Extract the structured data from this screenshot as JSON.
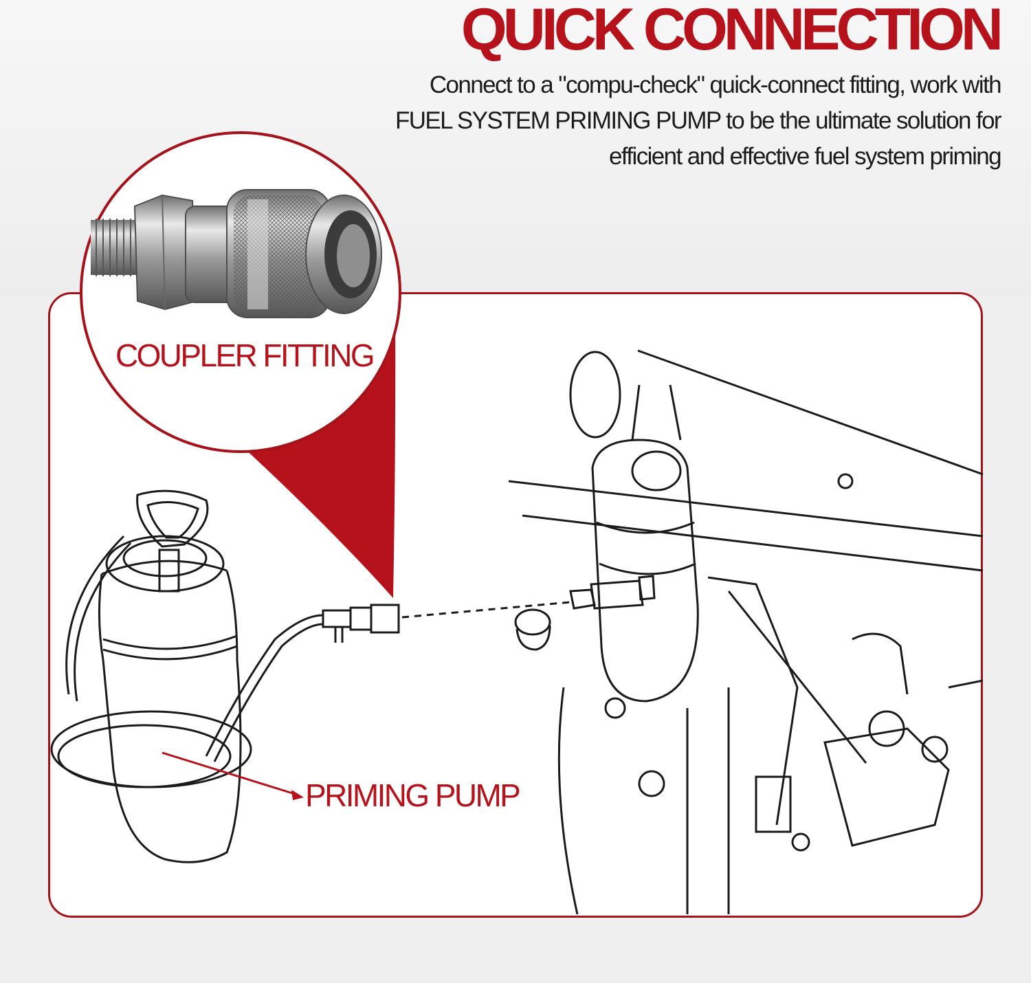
{
  "header": {
    "title": "QUICK CONNECTION",
    "description_lines": [
      "Connect to a \"compu-check\" quick-connect fitting, work with",
      "FUEL SYSTEM PRIMING PUMP to be the ultimate solution for",
      "efficient and effective fuel system priming"
    ]
  },
  "callouts": {
    "coupler_label": "COUPLER FITTING",
    "pump_label": "PRIMING PUMP"
  },
  "colors": {
    "accent": "#b5121b",
    "text": "#1b1b1b",
    "line_art": "#1a1a1a",
    "background": "#efefef"
  }
}
